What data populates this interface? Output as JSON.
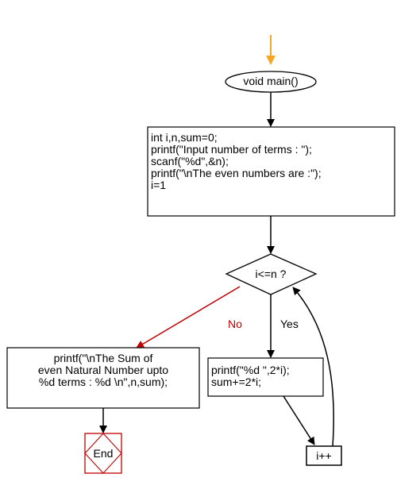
{
  "start": {
    "label": "void main()"
  },
  "init_block": {
    "lines": [
      "int i,n,sum=0;",
      "printf(\"Input number of terms : \");",
      "scanf(\"%d\",&n);",
      "printf(\"\\nThe even numbers are :\");",
      "i=1"
    ]
  },
  "condition": {
    "label": "i<=n ?"
  },
  "branches": {
    "no_label": "No",
    "yes_label": "Yes"
  },
  "output_block": {
    "lines": [
      "printf(\"\\nThe Sum of",
      "even Natural Number upto",
      "%d terms : %d \\n\",n,sum);"
    ]
  },
  "loop_body": {
    "lines": [
      "printf(\"%d \",2*i);",
      "sum+=2*i;"
    ]
  },
  "increment": {
    "label": "i++"
  },
  "end": {
    "label": "End"
  },
  "colors": {
    "entry_arrow": "#f5a623",
    "no_branch": "#c00000",
    "end_symbol": "#c00000",
    "line": "#000000"
  }
}
